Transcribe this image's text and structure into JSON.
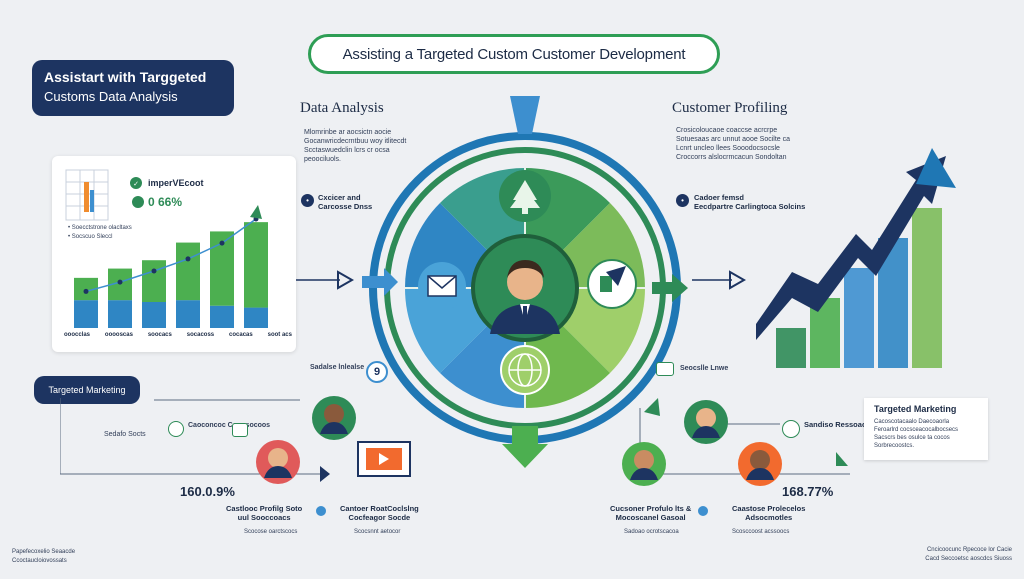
{
  "title": "Assisting a Targeted Custom Customer Development",
  "header_box": {
    "line1": "Assistart with Targgeted",
    "line2": "Customs Data Analysis"
  },
  "data_analysis": {
    "heading": "Data Analysis",
    "text_lines": [
      "Mlomrinbe ar aocsictn aocie",
      "Gocanwricdecrntbuu woy itlitecdt",
      "Scctaswuedclin lcrs cr ocsa",
      "peoociluols."
    ],
    "point_label_1": "Cxcicer and",
    "point_label_2": "Carcosse Dnss"
  },
  "customer_profiling": {
    "heading": "Customer Profiling",
    "text_lines": [
      "Crosicoloucaoe coaccse acrcrpe",
      "Sotuesaas arc unnut aooe Socilte ca",
      "Lcnrt uncleo llees Sooodocsocsle",
      "Croccorrs alslocrmcacun Sondoltan"
    ],
    "point_label_1": "Cadoer femsd",
    "point_label_2": "Eecdpartre Carlingtoca Solcins"
  },
  "bar_card": {
    "logo_text": "imperVEcoot",
    "percent": "0 66%",
    "legend_1": "• Soecctstrone olacltaxs",
    "legend_2": "• Socscuo Sleccl",
    "categories": [
      "ooocclas",
      "ooooscas",
      "soocacs",
      "socacoss",
      "cocacas",
      "soot acs"
    ]
  },
  "targeted_marketing_tag": "Targeted Marketing",
  "left_bottom": {
    "label_sedalo": "Sedafo Socts",
    "label_customer": "Caoconcoc Cooosocoos",
    "percent": "160.0.9%",
    "label_ss": "Sadalse lnlealse",
    "caption1_lines": [
      "Castlooc Profilg Soto",
      "uul Sooccoacs"
    ],
    "caption1_sub": "Scocose oarctscocs",
    "caption2_lines": [
      "Cantoer RoatCoclslng",
      "Cocfeagor Socde"
    ],
    "caption2_sub": "Scocsnnt aetocor"
  },
  "right_bottom": {
    "label_sse": "Seocslle Lnwe",
    "label_sandise": "Sandiso Ressoacs",
    "percent": "168.77%",
    "caption1_lines": [
      "Cucsoner Profulo lts &",
      "Mocoscanel Gasoal"
    ],
    "caption1_sub": "Sadoao ocrotscacoa",
    "caption2_lines": [
      "Caastose Prolecelos",
      "Adsocmotles"
    ],
    "caption2_sub": "Scosccoost acssoocs"
  },
  "targeted_card": {
    "title": "Targeted Marketing",
    "lines": [
      "Cacoscotacaalo Daecoaorla",
      "Feroarlrd cocsceacocalbocsecs",
      "Sacscrs bes osulce ta cocos",
      "Sorbrecoostcs."
    ]
  },
  "footer_left": [
    "Papefecoxelio Seaacde",
    "Ccoctaucloiovossats"
  ],
  "footer_right": [
    "Cncicoocunc Rpecoce lor Cacie",
    "Cacd Seccoetsc aoscdcs Siuoss"
  ],
  "chart_data": {
    "type": "bar",
    "title": "",
    "categories": [
      "ooocclas",
      "ooooscas",
      "soocacs",
      "socacoss",
      "cocacas",
      "soot acs"
    ],
    "series": [
      {
        "values": [
          30,
          30,
          28,
          30,
          24,
          22
        ]
      },
      {
        "values": [
          24,
          34,
          45,
          62,
          80,
          92
        ]
      }
    ],
    "trend": [
      20,
      30,
      42,
      55,
      72,
      98
    ],
    "ylim": [
      0,
      140
    ]
  },
  "colors": {
    "navy": "#1d3461",
    "blue": "#3d8fcf",
    "green": "#4caf50",
    "teal": "#2e8b57",
    "light_green": "#8bc34a"
  }
}
